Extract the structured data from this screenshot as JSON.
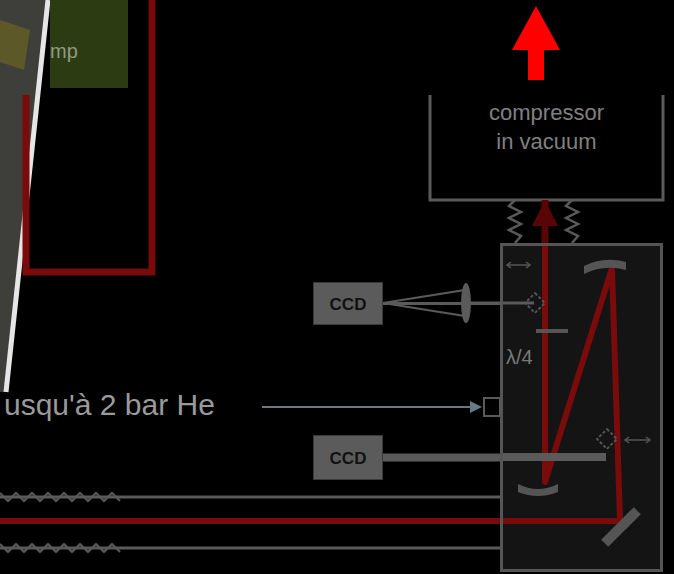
{
  "diagram": {
    "nodes": [
      {
        "text": [
          "mp"
        ]
      },
      {
        "text": [
          "compressor in vacuum"
        ]
      },
      {
        "text": [
          "λ/4"
        ]
      },
      {
        "text": [
          "CCD"
        ]
      },
      {
        "text": [
          "CCD"
        ]
      }
    ],
    "edges": [
      {
        "from": 3,
        "to": 2,
        "arrow": "none"
      },
      {
        "from": 4,
        "to": 2,
        "arrow": "none"
      },
      {
        "from": 2,
        "to": 1,
        "arrow": "to"
      }
    ],
    "labels": [
      "usqu'à 2 bar He"
    ]
  }
}
